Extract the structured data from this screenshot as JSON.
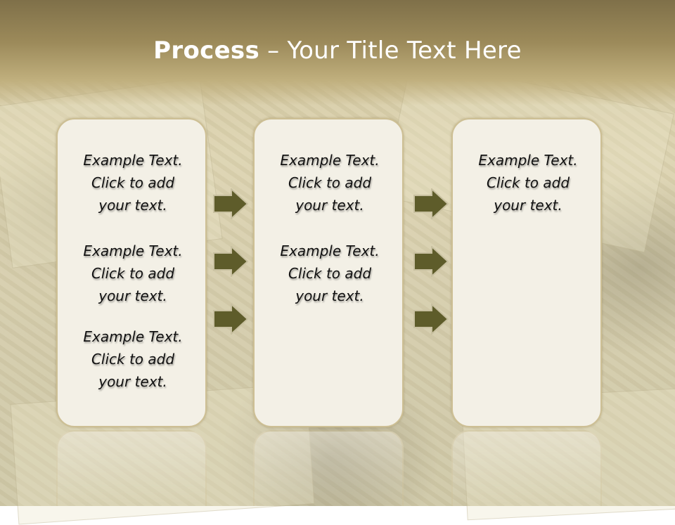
{
  "slide": {
    "title_bold": "Process",
    "title_rest": "  – Your Title Text Here"
  },
  "panels": [
    {
      "items": [
        "Example Text.\nClick  to add\nyour text.",
        "Example Text.\nClick  to add\nyour text.",
        "Example Text.\nClick  to add\nyour text."
      ]
    },
    {
      "items": [
        "Example Text.\nClick  to add\nyour text.",
        "Example Text.\nClick  to add\nyour text."
      ]
    },
    {
      "items": [
        "Example Text.\nClick  to add\nyour text."
      ]
    }
  ],
  "colors": {
    "arrow_fill": "#5e5c2a",
    "arrow_stroke": "#c8c0a0",
    "header_dark": "#7f7049"
  },
  "icons": {
    "arrow": "arrow-right-icon"
  }
}
